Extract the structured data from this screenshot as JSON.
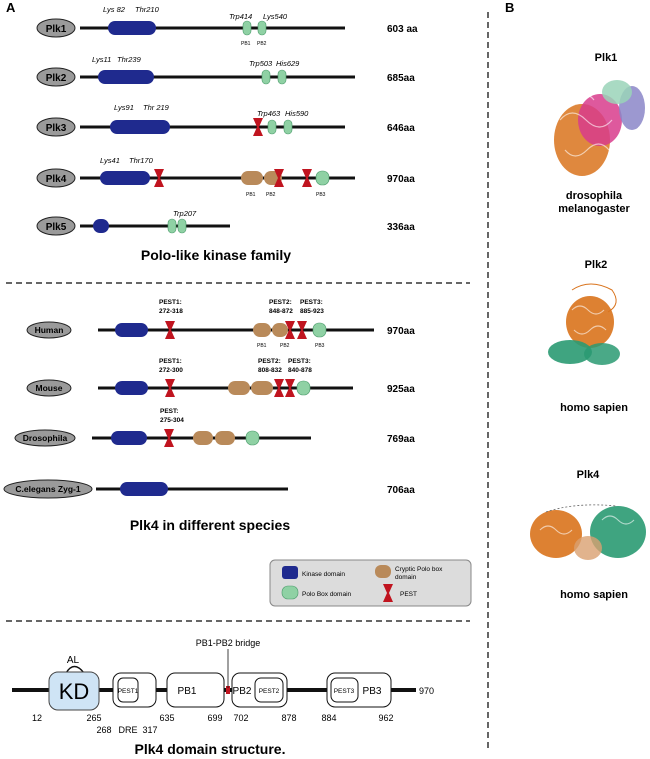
{
  "panel_labels": {
    "a": "A",
    "b": "B"
  },
  "family": {
    "title": "Polo-like kinase family",
    "rows": [
      {
        "name": "Plk1",
        "length": "603 aa",
        "labels": [
          "Lys 82",
          "Thr210",
          "Trp414",
          "Lys540"
        ],
        "pb": [
          "PB1",
          "PB2"
        ]
      },
      {
        "name": "Plk2",
        "length": "685aa",
        "labels": [
          "Lys11",
          "Thr239",
          "Trp503",
          "His629"
        ]
      },
      {
        "name": "Plk3",
        "length": "646aa",
        "labels": [
          "Lys91",
          "Thr 219",
          "Trp463",
          "His590"
        ]
      },
      {
        "name": "Plk4",
        "length": "970aa",
        "labels": [
          "Lys41",
          "Thr170"
        ],
        "pb": [
          "PB1",
          "PB2",
          "PB3"
        ]
      },
      {
        "name": "Plk5",
        "length": "336aa",
        "labels": [
          "Trp207"
        ]
      }
    ]
  },
  "species": {
    "title": "Plk4 in different species",
    "rows": [
      {
        "name": "Human",
        "length": "970aa",
        "pest": [
          {
            "label": "PEST1:",
            "range": "272-318"
          },
          {
            "label": "PEST2:",
            "range": "848-872"
          },
          {
            "label": "PEST3:",
            "range": "885-923"
          }
        ],
        "pb": [
          "PB1",
          "PB2",
          "PB3"
        ]
      },
      {
        "name": "Mouse",
        "length": "925aa",
        "pest": [
          {
            "label": "PEST1:",
            "range": "272-300"
          },
          {
            "label": "PEST2:",
            "range": "808-832"
          },
          {
            "label": "PEST3:",
            "range": "840-878"
          }
        ]
      },
      {
        "name": "Drosophila",
        "length": "769aa",
        "pest": [
          {
            "label": "PEST:",
            "range": "275-304"
          }
        ]
      },
      {
        "name": "C.elegans Zyg-1",
        "length": "706aa",
        "pest": []
      }
    ]
  },
  "legend": {
    "kinase": "Kinase domain",
    "cpb_line1": "Cryptic Polo box",
    "cpb_line2": "domain",
    "polo": "Polo Box domain",
    "pest": "PEST"
  },
  "domain_structure": {
    "title": "Plk4 domain structure.",
    "bridge_label": "PB1-PB2 bridge",
    "al": "AL",
    "kd": "KD",
    "pest1": "PEST1",
    "pest2": "PEST2",
    "pest3": "PEST3",
    "pb1": "PB1",
    "pb2": "PB2",
    "pb3": "PB3",
    "dre": "DRE",
    "positions": {
      "p12": "12",
      "p265": "265",
      "p268": "268",
      "p317": "317",
      "p635": "635",
      "p699": "699",
      "p702": "702",
      "p878": "878",
      "p884": "884",
      "p962": "962",
      "p970": "970"
    }
  },
  "structures": [
    {
      "title": "Plk1",
      "caption1": "drosophila",
      "caption2": "melanogaster"
    },
    {
      "title": "Plk2",
      "caption1": "homo sapien"
    },
    {
      "title": "Plk4",
      "caption1": "homo sapien"
    }
  ],
  "colors": {
    "kinase": "#1f2a8e",
    "polo": "#8fd1a4",
    "cryptic": "#b98a5a",
    "pest": "#c0141f",
    "kd_fill": "#cfe4f5",
    "legend_bg": "#dcdcdc",
    "label_bg": "#9a9a9a",
    "struct_orange": "#d9731c",
    "struct_green": "#2a9a72",
    "struct_pink": "#d83c8c",
    "struct_purple": "#8b86c8"
  }
}
